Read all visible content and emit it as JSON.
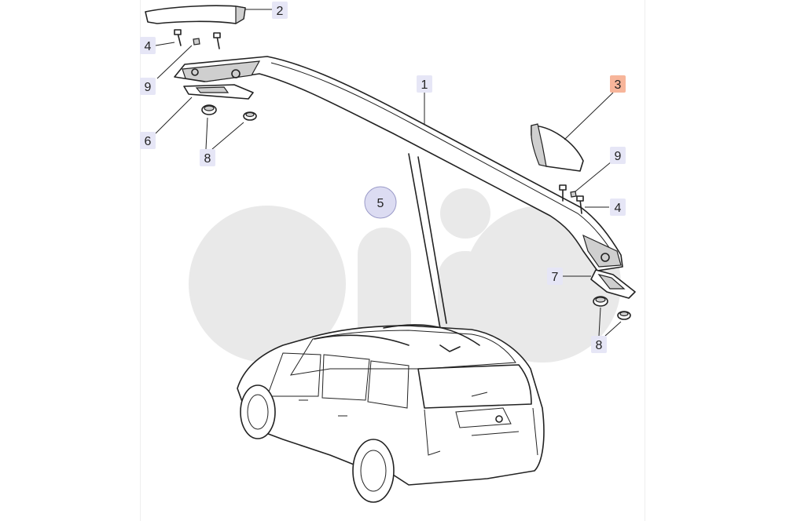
{
  "diagram": {
    "watermark_letters": "orio",
    "callouts": [
      {
        "id": "c2",
        "text": "2"
      },
      {
        "id": "c4a",
        "text": "4"
      },
      {
        "id": "c9a",
        "text": "9"
      },
      {
        "id": "c6",
        "text": "6"
      },
      {
        "id": "c8a",
        "text": "8"
      },
      {
        "id": "c1",
        "text": "1"
      },
      {
        "id": "c3",
        "text": "3",
        "highlighted": true
      },
      {
        "id": "c9b",
        "text": "9"
      },
      {
        "id": "c4b",
        "text": "4"
      },
      {
        "id": "c5",
        "text": "5"
      },
      {
        "id": "c7",
        "text": "7"
      },
      {
        "id": "c8b",
        "text": "8"
      }
    ],
    "colors": {
      "callout_fill": "#e6e6f6",
      "callout_highlight": "#f7b59a",
      "callout_circle": "#dcdcf2",
      "watermark": "#e9e9e9",
      "line": "#222222"
    }
  }
}
